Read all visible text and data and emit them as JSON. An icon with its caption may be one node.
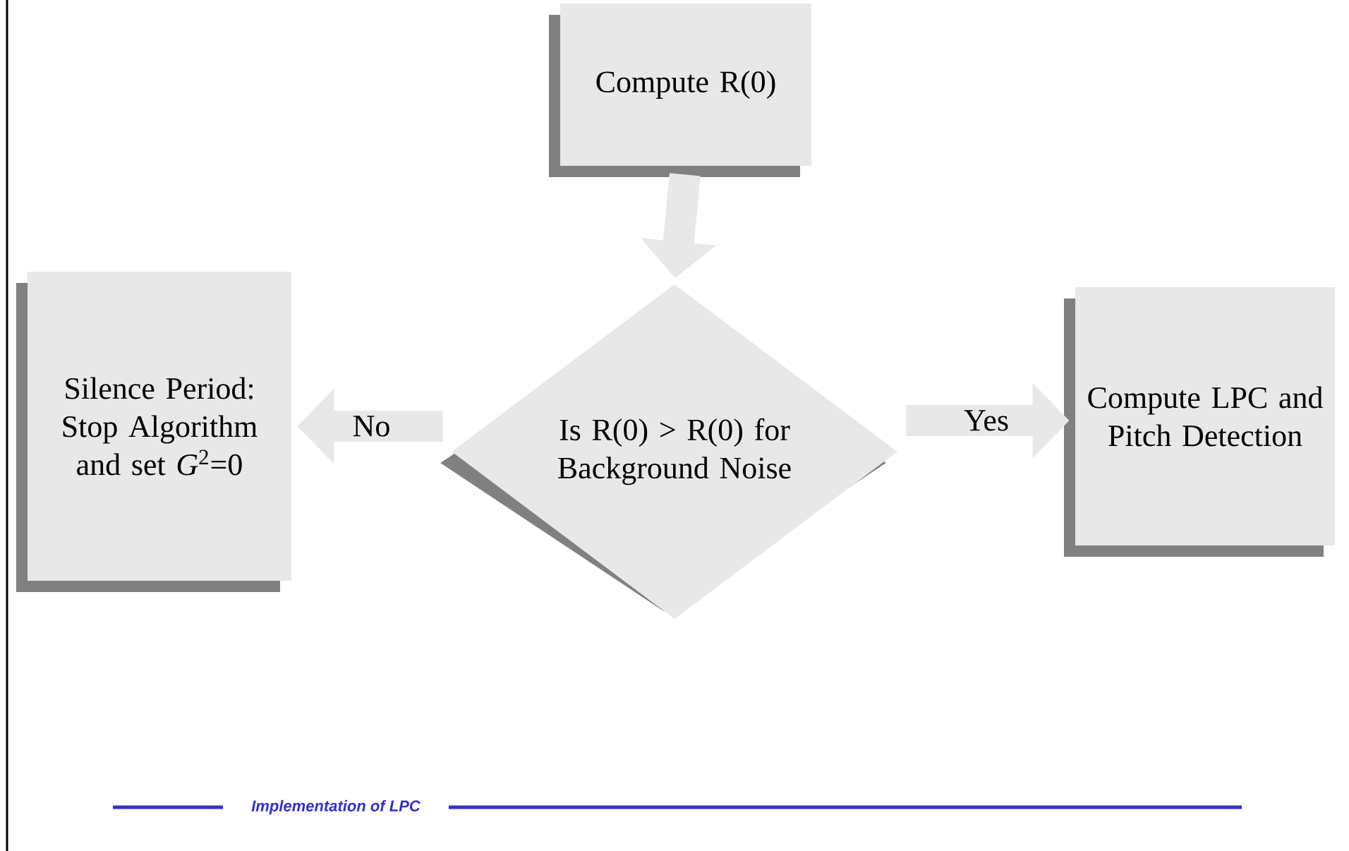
{
  "diagram": {
    "nodes": [
      {
        "text": [
          "Compute R(0)"
        ]
      },
      {
        "text": [
          "Is R(0) > R(0) for Background Noise"
        ]
      },
      {
        "text": [
          "Silence Period: Stop Algorithm and set *G*$^{2}$=0"
        ]
      },
      {
        "text": [
          "Compute LPC and Pitch Detection"
        ]
      }
    ],
    "edges": [
      {
        "from": 0,
        "to": 1,
        "arrow": "to"
      },
      {
        "from": 1,
        "to": 2,
        "arrow": "to",
        "label": "No"
      },
      {
        "from": 1,
        "to": 3,
        "arrow": "to",
        "label": "Yes"
      }
    ],
    "labels": [
      "Implementation of LPC"
    ]
  }
}
